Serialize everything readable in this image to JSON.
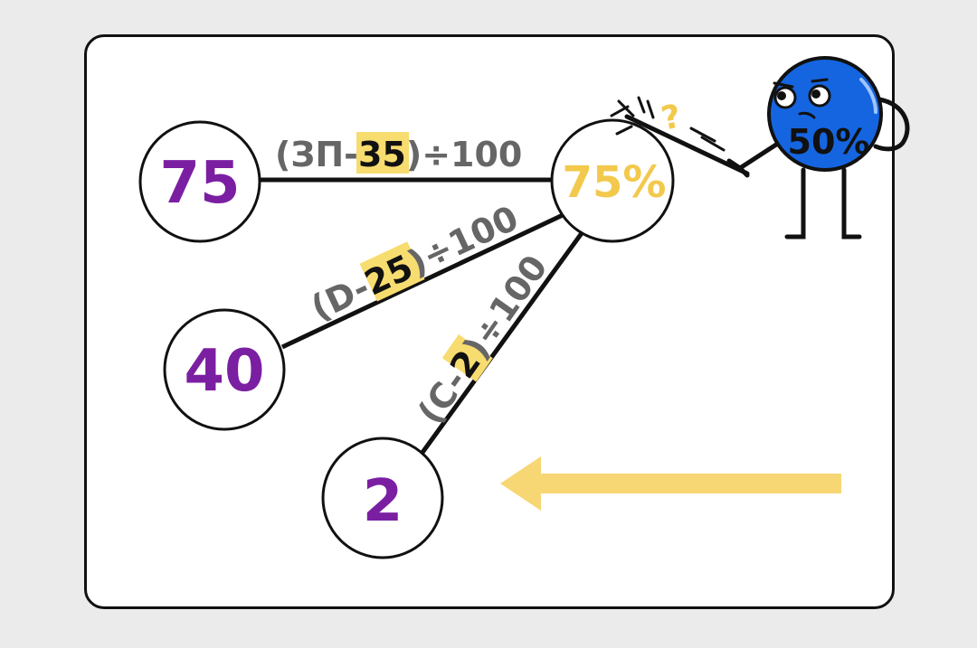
{
  "nodes": {
    "center": {
      "label": "75%"
    },
    "n75": {
      "label": "75"
    },
    "n40": {
      "label": "40"
    },
    "n2": {
      "label": "2"
    }
  },
  "formulas": {
    "f1": {
      "pre": "(ЗП-",
      "hl": "35",
      "post": ")÷100"
    },
    "f2": {
      "pre": "(D-",
      "hl": "25",
      "post": ")÷100"
    },
    "f3": {
      "pre": "(C-",
      "hl": "2",
      "post": ")÷100"
    }
  },
  "character": {
    "label": "50%",
    "question_mark": "?"
  },
  "colors": {
    "number": "#7b1fa2",
    "percent": "#f2c94c",
    "formula": "#666666",
    "highlight": "#f7dc6f",
    "arrow": "#f7d774",
    "ball": "#1565e0",
    "outline": "#111111"
  }
}
